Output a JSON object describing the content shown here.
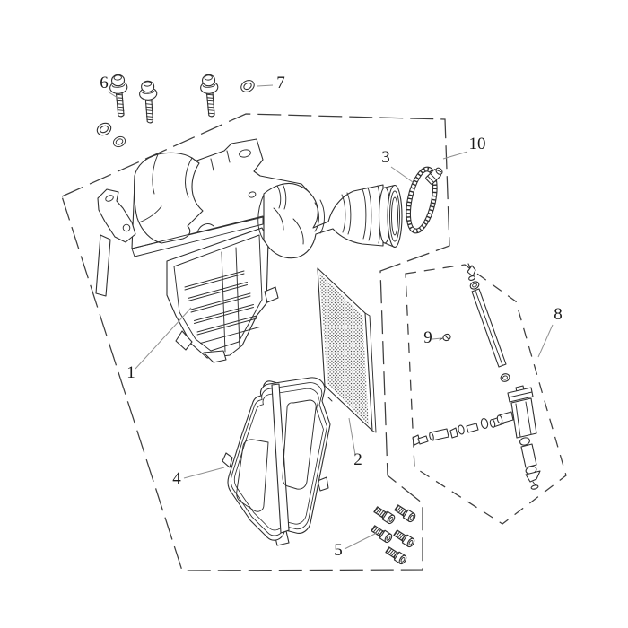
{
  "diagram": {
    "type": "exploded-parts-diagram",
    "background_color": "#ffffff",
    "line_color": "#2f2f2f",
    "boundary_color": "#3d3d3d",
    "leader_color": "#8f8f8f",
    "label_color": "#1a1a1a",
    "callouts": [
      {
        "number": "1"
      },
      {
        "number": "2"
      },
      {
        "number": "3"
      },
      {
        "number": "4"
      },
      {
        "number": "5"
      },
      {
        "number": "6"
      },
      {
        "number": "7"
      },
      {
        "number": "8"
      },
      {
        "number": "9"
      },
      {
        "number": "10"
      }
    ]
  }
}
